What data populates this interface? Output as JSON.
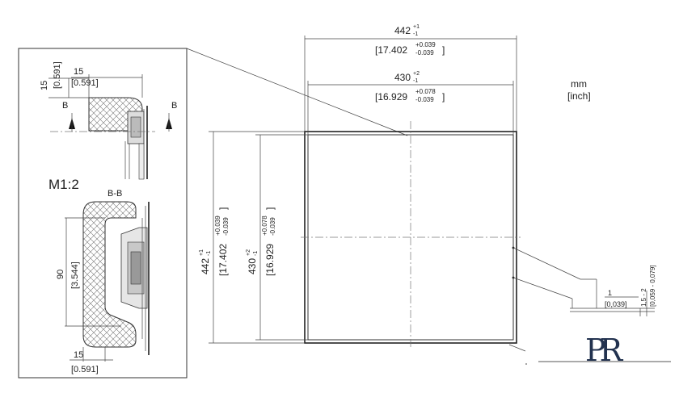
{
  "units": {
    "primary": "mm",
    "secondary": "[inch]"
  },
  "top_dims": {
    "outer": {
      "mm": "442",
      "tol_up": "+1",
      "tol_dn": "-1",
      "inch": "[17.402",
      "inch_up": "+0.039",
      "inch_dn": "-0.039",
      "inch_close": "]"
    },
    "inner": {
      "mm": "430",
      "tol_up": "+2",
      "tol_dn": "-1",
      "inch": "[16.929",
      "inch_up": "+0.078",
      "inch_dn": "-0.039",
      "inch_close": "]"
    }
  },
  "side_dims": {
    "outer": {
      "mm": "442",
      "tol_up": "+1",
      "tol_dn": "-1",
      "inch": "[17.402",
      "inch_up": "+0.039",
      "inch_dn": "-0.039",
      "inch_close": "]"
    },
    "inner": {
      "mm": "430",
      "tol_up": "+2",
      "tol_dn": "-1",
      "inch": "[16.929",
      "inch_up": "+0.078",
      "inch_dn": "-0.039",
      "inch_close": "]"
    }
  },
  "detail": {
    "scale": "M1:2",
    "section_label": "B-B",
    "cut_mark_left": "B",
    "cut_mark_right": "B",
    "dim_15_top_vert": "15",
    "dim_15_top_vert_inch": "[0.591]",
    "dim_15_top_horiz": "15",
    "dim_15_top_horiz_inch": "[0.591]",
    "dim_90": "90",
    "dim_90_inch": "[3.544]",
    "dim_15_bottom": "15",
    "dim_15_bottom_inch": "[0.591]"
  },
  "edge_detail": {
    "dim_1": "1",
    "dim_1_inch": "[0,039]",
    "dim_gap": "1,5 - 2",
    "dim_gap_inch": "[0,059 - 0,079]"
  },
  "logo": {
    "letters": "PR"
  }
}
